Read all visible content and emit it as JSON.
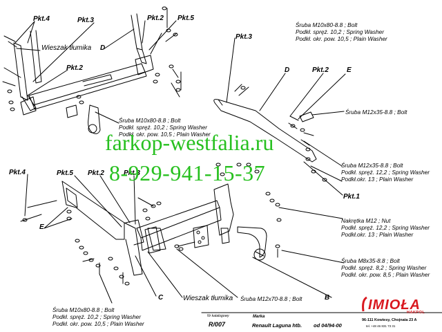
{
  "labels": {
    "pkt4_top": "Pkt.4",
    "pkt3_top": "Pkt.3",
    "pkt2_top": "Pkt.2",
    "pkt5_top": "Pkt.5",
    "d_top": "D",
    "wieszak_top": "Wieszak tłumika",
    "pkt2_left": "Pkt.2",
    "pkt3_right": "Pkt.3",
    "d_right": "D",
    "pkt2_right": "Pkt.2",
    "e_right": "E",
    "pkt4_left": "Pkt.4",
    "pkt5_left": "Pkt.5",
    "pkt2_mid": "Pkt.2",
    "pkt3_mid": "Pkt.3",
    "e_left": "E",
    "pkt1_right": "Pkt.1",
    "c_label": "C",
    "b_label": "B",
    "wieszak_bottom": "Wieszak tłumika"
  },
  "specs": {
    "top_right": [
      "Śruba M10x80-8.8 ;  Bolt",
      "Podkł. spręż. 10,2 ; Spring Washer",
      "Podkł. okr. pow. 10,5 ; Plain Washer"
    ],
    "right_m12x35_top": [
      "Śruba M12x35-8.8 ;  Bolt"
    ],
    "center": [
      "Śruba M10x80-8.8 ;  Bolt",
      "Podkł. spręż. 10,2 ; Spring Washer",
      "Podkł. okr. pow. 10,5 ; Plain Washer"
    ],
    "right_m12x35": [
      "Śruba M12x35-8.8 ;  Bolt",
      "Podkł. spręż. 12,2 ; Spring Washer",
      "Podkł.okr. 13 ; Plain Washer"
    ],
    "right_nut": [
      "Nakrętka  M12 ; Nut",
      "Podkł. spręż. 12,2 ; Spring Washer",
      "Podkł.okr. 13 ; Plain Washer"
    ],
    "right_m8": [
      "Śruba M8x35-8.8 ;  Bolt",
      "Podkł. spręż. 8,2 ; Spring Washer",
      "Podkł. okr. pow. 8,5 ; Plain Washer"
    ],
    "bottom_left": [
      "Śruba M10x80-8.8 ;  Bolt",
      "Podkł. spręż. 10,2 ; Spring Washer",
      "Podkł. okr. pow. 10,5 ; Plain Washer"
    ],
    "bottom_m12x70": [
      "Śruba M12x70-8.8 ;  Bolt"
    ]
  },
  "watermark": {
    "site": "farkop-westfalia.ru",
    "phone": "8-929-941-15-37",
    "color": "#27c01f"
  },
  "footer": {
    "catalog_label": "Nr katalogowy",
    "catalog_number": "R/007",
    "brand_label": "Marka",
    "model": "Renault Laguna htb.",
    "date": "od 04/94-00",
    "company_name": "IMIOŁA",
    "company_sub": "HAKPOL",
    "address": "96-111 Kowiesy, Chojnata 23 A",
    "phone": "tel. +48 46 831 73 31"
  },
  "colors": {
    "line": "#000000",
    "logo": "#d9181f"
  }
}
